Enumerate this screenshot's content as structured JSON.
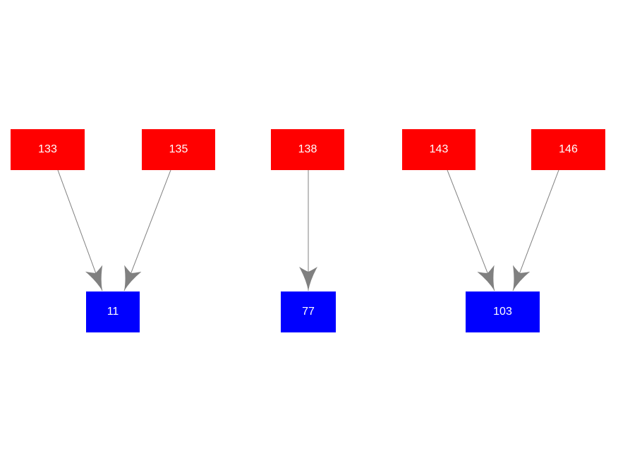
{
  "diagram": {
    "type": "bipartite-graph",
    "background_color": "#ffffff",
    "parent_node_color": "#ff0000",
    "child_node_color": "#0000ff",
    "edge_color": "#808080",
    "label_color": "#ffffff",
    "nodes": [
      {
        "id": "133",
        "label": "133",
        "role": "parent"
      },
      {
        "id": "135",
        "label": "135",
        "role": "parent"
      },
      {
        "id": "138",
        "label": "138",
        "role": "parent"
      },
      {
        "id": "143",
        "label": "143",
        "role": "parent"
      },
      {
        "id": "146",
        "label": "146",
        "role": "parent"
      },
      {
        "id": "11",
        "label": "11",
        "role": "child"
      },
      {
        "id": "77",
        "label": "77",
        "role": "child"
      },
      {
        "id": "103",
        "label": "103",
        "role": "child"
      }
    ],
    "edges": [
      {
        "from": "133",
        "to": "11"
      },
      {
        "from": "135",
        "to": "11"
      },
      {
        "from": "138",
        "to": "77"
      },
      {
        "from": "143",
        "to": "103"
      },
      {
        "from": "146",
        "to": "103"
      }
    ]
  }
}
